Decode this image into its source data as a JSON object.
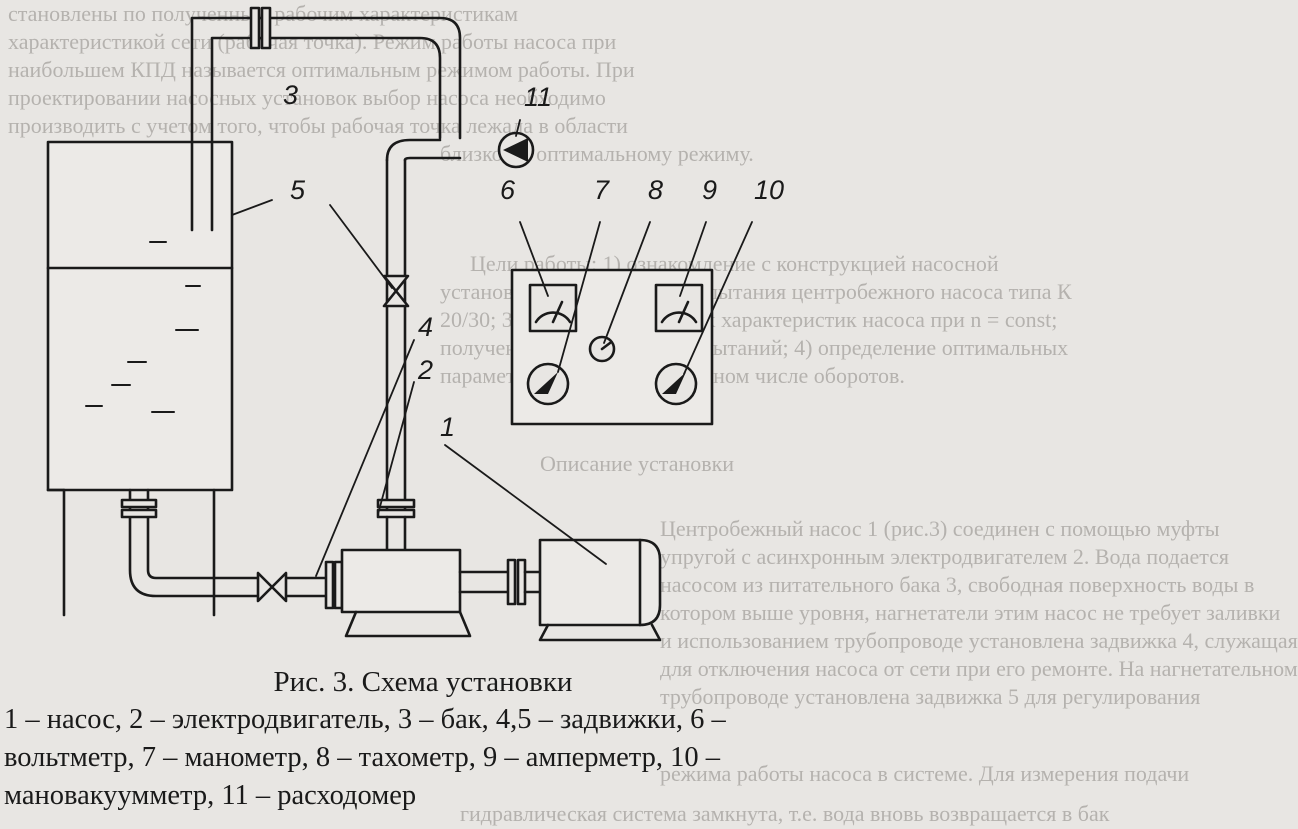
{
  "background_text": [
    "становлены по полученным рабочим характеристикам",
    "характеристикой сети (рабочая точка). Режим работы насоса при",
    "наибольшем КПД называется оптимальным режимом работы. При",
    "проектировании насосных установок выбор насоса необходимо",
    "производить с учетом того, чтобы рабочая точка лежала в области",
    "близкой к оптимальному режиму.",
    "Цели работы: 1) ознакомление с конструкцией насосной",
    "установки; 2) проведение испытания центробежного насоса типа К",
    "20/30; 3) построение рабочих характеристик насоса при n = const;",
    "полученных в результате испытаний; 4) определение оптимальных",
    "параметров насоса при заданном числе оборотов.",
    "Описание установки",
    "Центробежный насос 1 (рис.3) соединен с помощью муфты",
    "упругой с асинхронным электродвигателем 2. Вода подается",
    "насосом из питательного бака 3, свободная поверхность воды в",
    "котором выше уровня, нагнетатели этим насос не требует заливки",
    "и использованием трубопроводе установлена задвижка 4, служащая",
    "для отключения насоса от сети при его ремонте. На нагнетательном",
    "трубопроводе установлена задвижка 5 для регулирования",
    "режима работы насоса в системе. Для измерения подачи",
    "гидравлическая система замкнута, т.е. вода вновь возвращается в бак"
  ],
  "callouts": [
    "1",
    "2",
    "3",
    "4",
    "5",
    "6",
    "7",
    "8",
    "9",
    "10",
    "11"
  ],
  "figure_title": "Рис. 3. Схема установки",
  "legend_lines": [
    "1 – насос, 2 – электродвигатель, 3 – бак, 4,5 – задвижки, 6 –",
    "вольтметр, 7 – манометр, 8 – тахометр, 9 – амперметр, 10 –",
    "мановакуумметр, 11 – расходомер"
  ],
  "colors": {
    "paper": "#e8e6e3",
    "ink": "#1a1a1a",
    "faded_text": "#8a8784"
  }
}
